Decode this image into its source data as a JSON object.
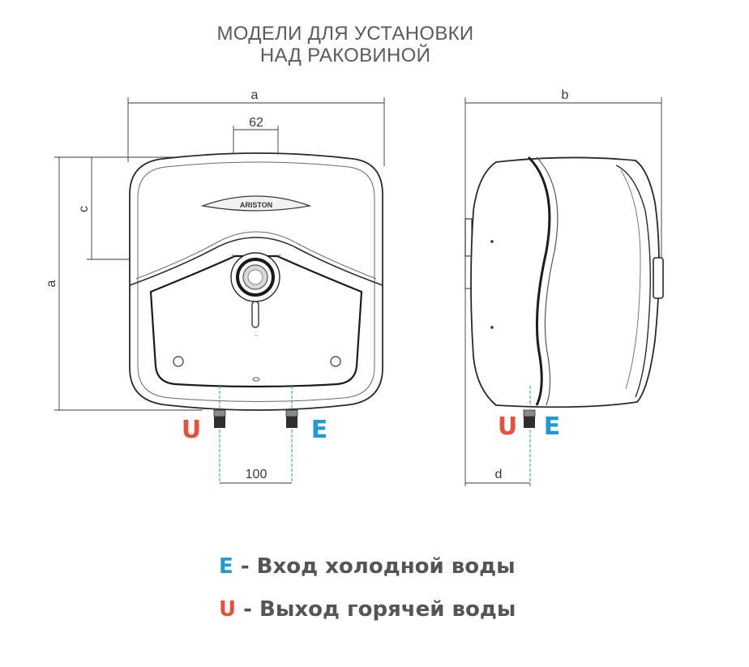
{
  "title": {
    "line1": "МОДЕЛИ ДЛЯ УСТАНОВКИ",
    "line2": "НАД РАКОВИНОЙ"
  },
  "dimensions": {
    "front_width": "a",
    "front_height": "a",
    "center_spacing": "62",
    "control_height": "c",
    "pipe_spacing": "100",
    "side_depth": "b",
    "side_pipe_offset": "d"
  },
  "brand": "ARISTON",
  "pipes": {
    "hot_label": "U",
    "cold_label": "E"
  },
  "legend": {
    "cold": {
      "letter": "E",
      "text": " - Вход холодной воды"
    },
    "hot": {
      "letter": "U",
      "text": " - Выход горячей воды"
    }
  },
  "colors": {
    "hot": "#e8503a",
    "cold": "#1e9ad6",
    "text": "#555555",
    "line": "#2a2a2a"
  }
}
